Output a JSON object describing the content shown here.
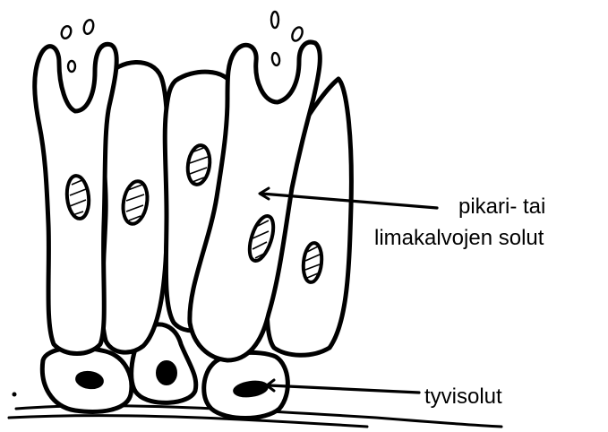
{
  "diagram": {
    "labels": {
      "goblet_line1": "pikari- tai",
      "goblet_line2": "limakalvojen solut",
      "basal": "tyvisolut"
    }
  }
}
